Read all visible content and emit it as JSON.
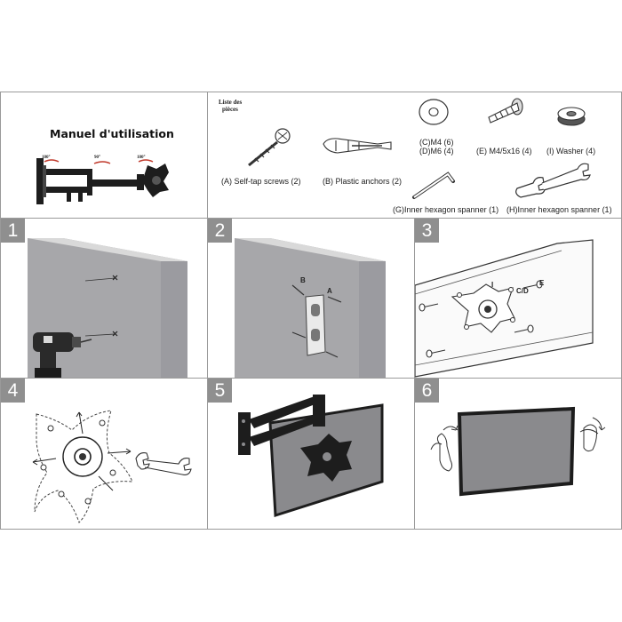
{
  "header": {
    "title": "Manuel d'utilisation",
    "parts_list_heading_line1": "Liste des",
    "parts_list_heading_line2": "pièces"
  },
  "arm_angles": [
    "180°",
    "90°",
    "180°"
  ],
  "parts": [
    {
      "label": "(A) Self-tap screws  (2)"
    },
    {
      "label": "(B) Plastic anchors  (2)"
    },
    {
      "label_line1": "(C)M4 (6)",
      "label_line2": "(D)M6 (4)"
    },
    {
      "label": "(E) M4/5x16 (4)"
    },
    {
      "label": "(I)  Washer (4)"
    },
    {
      "label": "(G)Inner hexagon spanner (1)"
    },
    {
      "label": "(H)Inner hexagon spanner (1)"
    }
  ],
  "steps": [
    {
      "number": "1"
    },
    {
      "number": "2",
      "callouts": [
        "B",
        "A"
      ]
    },
    {
      "number": "3",
      "callouts": [
        "I",
        "C/D",
        "E"
      ]
    },
    {
      "number": "4"
    },
    {
      "number": "5"
    },
    {
      "number": "6"
    }
  ],
  "colors": {
    "border": "#9a9a9a",
    "step_badge": "#8f8f8f",
    "wall": "#a7a7aa",
    "wall_top": "#d9d9d9",
    "mount_black": "#1d1d1d",
    "screen": "#8a8a8d",
    "arrow_red": "#c0392b"
  }
}
